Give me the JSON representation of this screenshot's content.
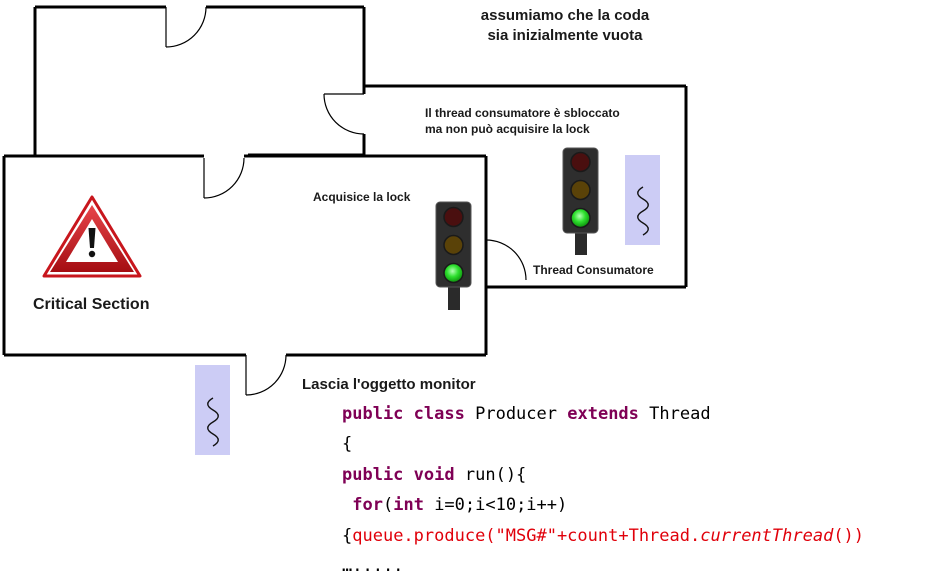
{
  "annotations": {
    "queue_note_line1": "assumiamo che la coda",
    "queue_note_line2": "sia inizialmente vuota",
    "consumer_note_line1": "Il thread consumatore è sbloccato",
    "consumer_note_line2": "ma non può acquisire la lock",
    "acquire_lock": "Acquisice la lock",
    "consumer_thread_label": "Thread Consumatore",
    "critical_section_label": "Critical Section",
    "release_monitor": "Lascia l'oggetto monitor"
  },
  "code": {
    "l1_kw1": "public",
    "l1_kw2": "class",
    "l1_name": "Producer",
    "l1_kw3": "extends",
    "l1_parent": "Thread",
    "l2": "{",
    "l3_kw1": "public",
    "l3_kw2": "void",
    "l3_rest": "run(){",
    "l4_kw": "for",
    "l4_paren": "(",
    "l4_kw2": "int",
    "l4_rest": "i=0;i<10;i++)",
    "l5_brace": "{",
    "l5_call": "queue.produce(\"MSG#\"+count+Thread.",
    "l5_italic": "currentThread",
    "l5_end": "())",
    "l6": "…....."
  },
  "icons": {
    "warning": "warning-triangle-icon",
    "traffic_light": "traffic-light-icon",
    "thread": "thread-wave-icon",
    "door": "door-icon"
  },
  "colors": {
    "keyword": "#7f0055",
    "string_call": "#e0000a",
    "thread_box": "#ccccf5",
    "warning_red": "#c8161d",
    "light_green": "#22dd22"
  }
}
